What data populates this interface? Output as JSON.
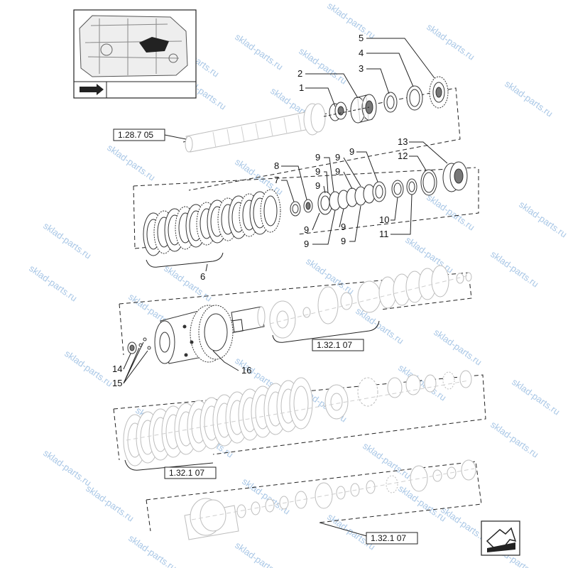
{
  "watermark_text": "sklad-parts.ru",
  "callouts": {
    "c1": "1",
    "c2": "2",
    "c3": "3",
    "c4": "4",
    "c5": "5",
    "c6": "6",
    "c7": "7",
    "c8": "8",
    "c9": "9",
    "c10": "10",
    "c11": "11",
    "c12": "12",
    "c13": "13",
    "c14": "14",
    "c15": "15",
    "c16": "16"
  },
  "references": {
    "ref_top": "1.28.7 05",
    "ref_mid": "1.32.1 07",
    "ref_low": "1.32.1 07",
    "ref_bottom": "1.32.1 07"
  },
  "icons": {
    "thumbnail": "transmission-thumbnail-icon",
    "prev": "prev-page-arrow-icon",
    "next": "next-page-arrow-icon"
  },
  "colors": {
    "watermark": "#a9c7e6",
    "line": "#222222",
    "ghost": "#bdbdbd"
  }
}
